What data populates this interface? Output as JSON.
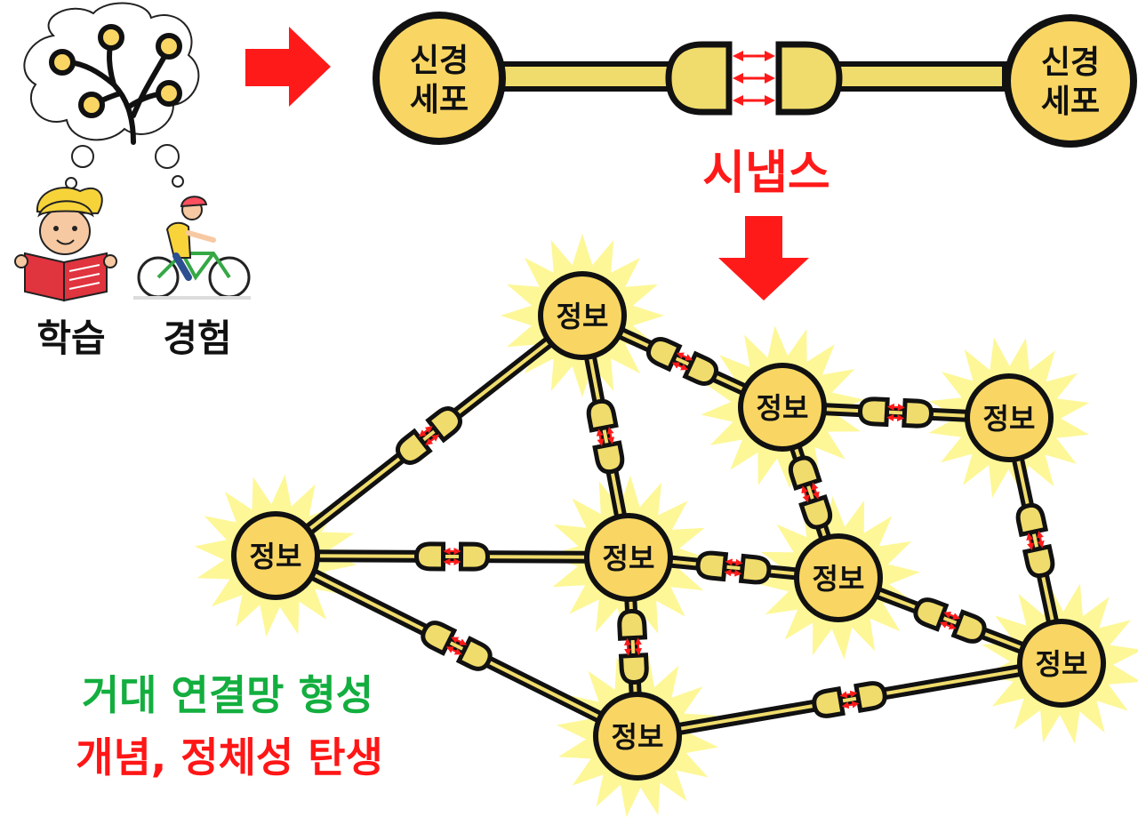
{
  "learning": {
    "study_label": "학습",
    "experience_label": "경험"
  },
  "neuron_diagram": {
    "left_neuron_label_line1": "신경",
    "left_neuron_label_line2": "세포",
    "right_neuron_label_line1": "신경",
    "right_neuron_label_line2": "세포",
    "synapse_label": "시냅스"
  },
  "network": {
    "node_label": "정보"
  },
  "caption": {
    "line1": "거대 연결망 형성",
    "line2": "개념, 정체성 탄생"
  },
  "colors": {
    "node_fill": "#f9d663",
    "synapse_fill": "#f0dc6c",
    "glow": "#fdf685",
    "arrow_red": "#ff1a1a",
    "caption_green": "#13ae3f",
    "caption_red": "#ff1616",
    "synapse_label_red": "#ff1a1a"
  }
}
